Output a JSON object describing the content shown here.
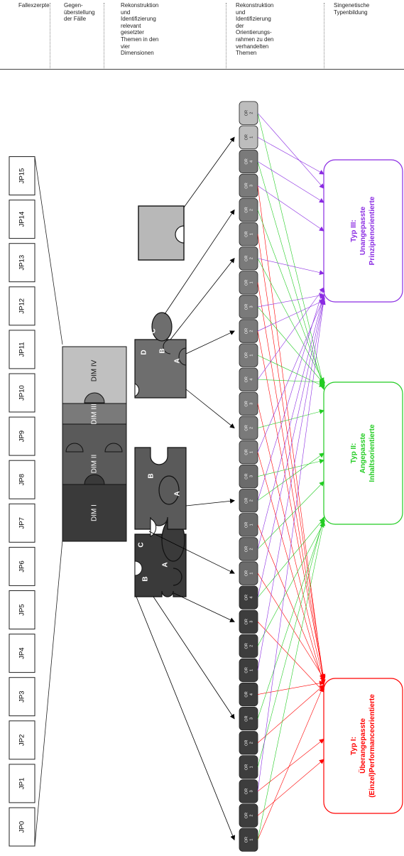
{
  "header": {
    "columns": [
      "Fallexzerpte",
      "Gegen-\nüberstellung\nder Fälle",
      "Rekonstruktion\nund\nIdentifizierung\nrelevant\ngesetzter\nThemen in den\nvier\nDimensionen",
      "Rekonstruktion\nund\nIdentifizierung\nder\nOrientierungs-\nrahmen zu den\nverhandelten\nThemen",
      "Singenetische\nTypenbildung"
    ]
  },
  "cases": [
    "JP0",
    "JP1",
    "JP2",
    "JP3",
    "JP4",
    "JP5",
    "JP6",
    "JP7",
    "JP8",
    "JP9",
    "JP10",
    "JP11",
    "JP12",
    "JP13",
    "JP14",
    "JP15"
  ],
  "dimensions": [
    "DIM I",
    "DIM II",
    "DIM III",
    "DIM IV"
  ],
  "puzzles": [
    {
      "name": "dim1-puzzle",
      "letters": [
        "A",
        "B",
        "C"
      ],
      "color": "#3a3a3a"
    },
    {
      "name": "dim2-puzzle",
      "letters": [
        "A",
        "B"
      ],
      "color": "#5a5a5a"
    },
    {
      "name": "dim3-puzzle",
      "letters": [
        "A",
        "B",
        "C",
        "D"
      ],
      "color": "#6e6e6e"
    },
    {
      "name": "dim4-puzzle",
      "letters": [],
      "color": "#b8b8b8"
    }
  ],
  "or_prefix": "OR",
  "or_boxes": [
    {
      "n": "1",
      "g": 0
    },
    {
      "n": "2",
      "g": 0
    },
    {
      "n": "3",
      "g": 0
    },
    {
      "n": "1",
      "g": 0
    },
    {
      "n": "2",
      "g": 0
    },
    {
      "n": "3",
      "g": 0
    },
    {
      "n": "4",
      "g": 0
    },
    {
      "n": "1",
      "g": 0
    },
    {
      "n": "2",
      "g": 0
    },
    {
      "n": "3",
      "g": 0
    },
    {
      "n": "4",
      "g": 0
    },
    {
      "n": "1",
      "g": 1
    },
    {
      "n": "2",
      "g": 1
    },
    {
      "n": "1",
      "g": 1
    },
    {
      "n": "2",
      "g": 1
    },
    {
      "n": "3",
      "g": 1
    },
    {
      "n": "1",
      "g": 2
    },
    {
      "n": "2",
      "g": 2
    },
    {
      "n": "3",
      "g": 2
    },
    {
      "n": "4",
      "g": 2
    },
    {
      "n": "1",
      "g": 2
    },
    {
      "n": "2",
      "g": 2
    },
    {
      "n": "3",
      "g": 2
    },
    {
      "n": "1",
      "g": 2
    },
    {
      "n": "2",
      "g": 2
    },
    {
      "n": "1",
      "g": 2
    },
    {
      "n": "2",
      "g": 2
    },
    {
      "n": "3",
      "g": 2
    },
    {
      "n": "4",
      "g": 2
    },
    {
      "n": "1",
      "g": 3
    },
    {
      "n": "2",
      "g": 3
    }
  ],
  "types": [
    {
      "name": "type-1-box",
      "lines": [
        "Typ I:",
        "Überangepasste",
        "(Einzel)Performanceorientierte"
      ],
      "color": "#ff0000"
    },
    {
      "name": "type-2-box",
      "lines": [
        "Typ II:",
        "Angepasste",
        "Inhaltsorientierte"
      ],
      "color": "#22cc22"
    },
    {
      "name": "type-3-box",
      "lines": [
        "Typ III:",
        "Unangepasste",
        "Prinzipienorientierte"
      ],
      "color": "#8a2be2"
    }
  ],
  "colors": {
    "dim1": "#3a3a3a",
    "dim2": "#5a5a5a",
    "dim3": "#7a7a7a",
    "dim4": "#c0c0c0",
    "or_groups": [
      "#3d3d3d",
      "#6b6b6b",
      "#7a7a7a",
      "#bdbdbd"
    ],
    "red": "#ff0000",
    "green": "#22cc22",
    "purple": "#8a2be2"
  }
}
